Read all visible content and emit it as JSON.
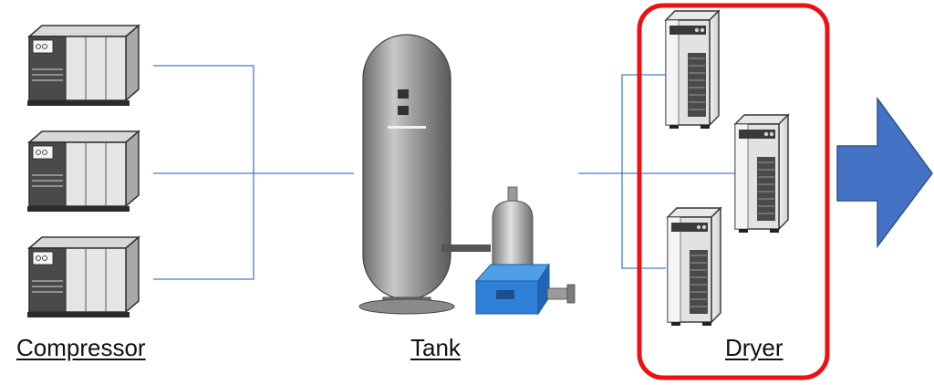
{
  "labels": {
    "compressor": "Compressor",
    "tank": "Tank",
    "dryer": "Dryer"
  },
  "colors": {
    "pipe": "#4a7bc8",
    "highlight": "#ee1111",
    "arrow": "#4472c4",
    "separator_base": "#2e7fd6"
  },
  "counts": {
    "compressors": 3,
    "dryers": 3
  }
}
